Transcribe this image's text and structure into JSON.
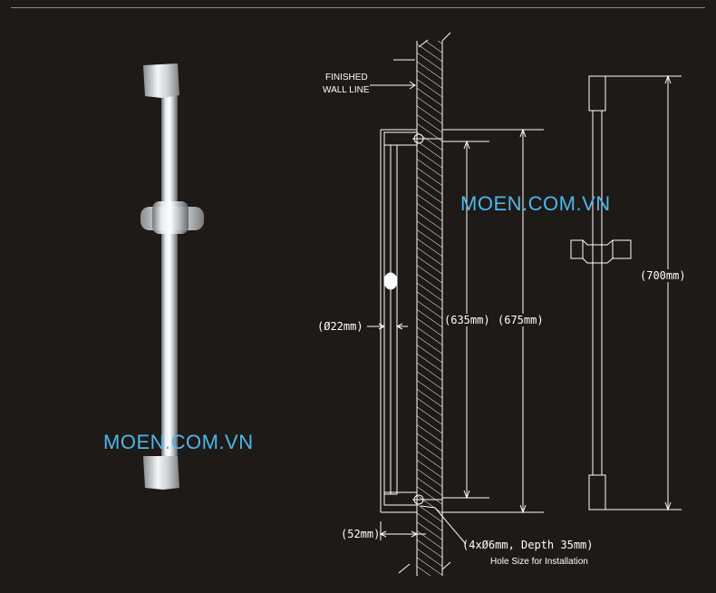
{
  "watermark": {
    "left_text": "MOEN.COM.VN",
    "right_text": "MOEN.COM.VN"
  },
  "labels": {
    "finished_wall_line_1": "FINISHED",
    "finished_wall_line_2": "WALL LINE",
    "dim_diameter": "(Ø22mm)",
    "dim_635": "(635mm)",
    "dim_675": "(675mm)",
    "dim_700": "(700mm)",
    "dim_52": "(52mm)",
    "hole_spec": "(4xØ6mm, Depth 35mm)",
    "hole_note": "Hole Size for Installation"
  },
  "colors": {
    "background": "#1d1a18",
    "watermark": "#4fb6e8",
    "line": "#ffffff"
  }
}
